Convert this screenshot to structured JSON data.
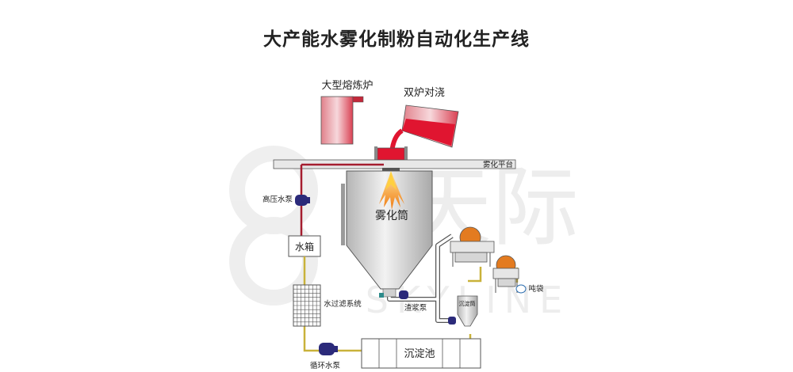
{
  "title": "大产能水雾化制粉自动化生产线",
  "labels": {
    "furnace": "大型熔炼炉",
    "dual_pour": "双炉对浇",
    "platform": "雾化平台",
    "atomizer": "雾化筒",
    "hp_pump": "高压水泵",
    "water_tank": "水箱",
    "filter": "水过滤系统",
    "circ_pump": "循环水泵",
    "sediment_pool": "沉淀池",
    "slurry_pump": "渣浆泵",
    "small_tank": "沉淀筒",
    "ton_bag": "吨袋"
  },
  "watermark": {
    "cn": "天际",
    "en": "SKYLINE"
  },
  "colors": {
    "molten": "#e01530",
    "flame": "#f28a1e",
    "water_pipe": "#c9b23a",
    "hp_pipe": "#a51d2f",
    "pump": "#2b2a7a",
    "vessel_light": "#eeeeee",
    "vessel_dark": "#b9b9b9",
    "dryer_orange": "#e37b20"
  }
}
